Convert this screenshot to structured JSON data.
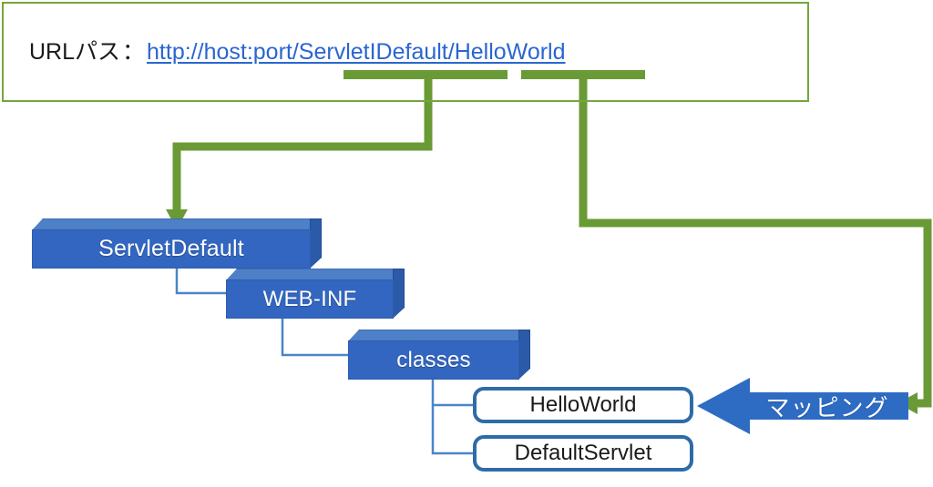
{
  "diagram": {
    "title": "URL path to servlet mapping",
    "colors": {
      "frame_green": "#74A63C",
      "highlight_green": "#6A9A36",
      "wire_green": "#6A9A36",
      "link_blue": "#2a66d0",
      "folder_front": "#3366C0",
      "folder_top": "#4E80C8",
      "folder_side": "#2B5AA8",
      "servlet_border": "#2E6CA8",
      "mapping_arrow_blue": "#2E6CC4",
      "tree_line_blue": "#4A86C8"
    }
  },
  "url_panel": {
    "label": "URLパス",
    "separator": "：",
    "url": "http://host:port/ServletIDefault/HelloWorld",
    "highlighted_segments": [
      {
        "name": "context-path",
        "text": "ServletIDefault"
      },
      {
        "name": "servlet-mapping",
        "text": "HelloWorld"
      }
    ]
  },
  "folder_tree": {
    "root": {
      "label": "ServletDefault"
    },
    "level2": {
      "label": "WEB-INF"
    },
    "level3": {
      "label": "classes"
    },
    "leaves": [
      {
        "label": "HelloWorld"
      },
      {
        "label": "DefaultServlet"
      }
    ]
  },
  "mapping": {
    "label": "マッピング"
  }
}
